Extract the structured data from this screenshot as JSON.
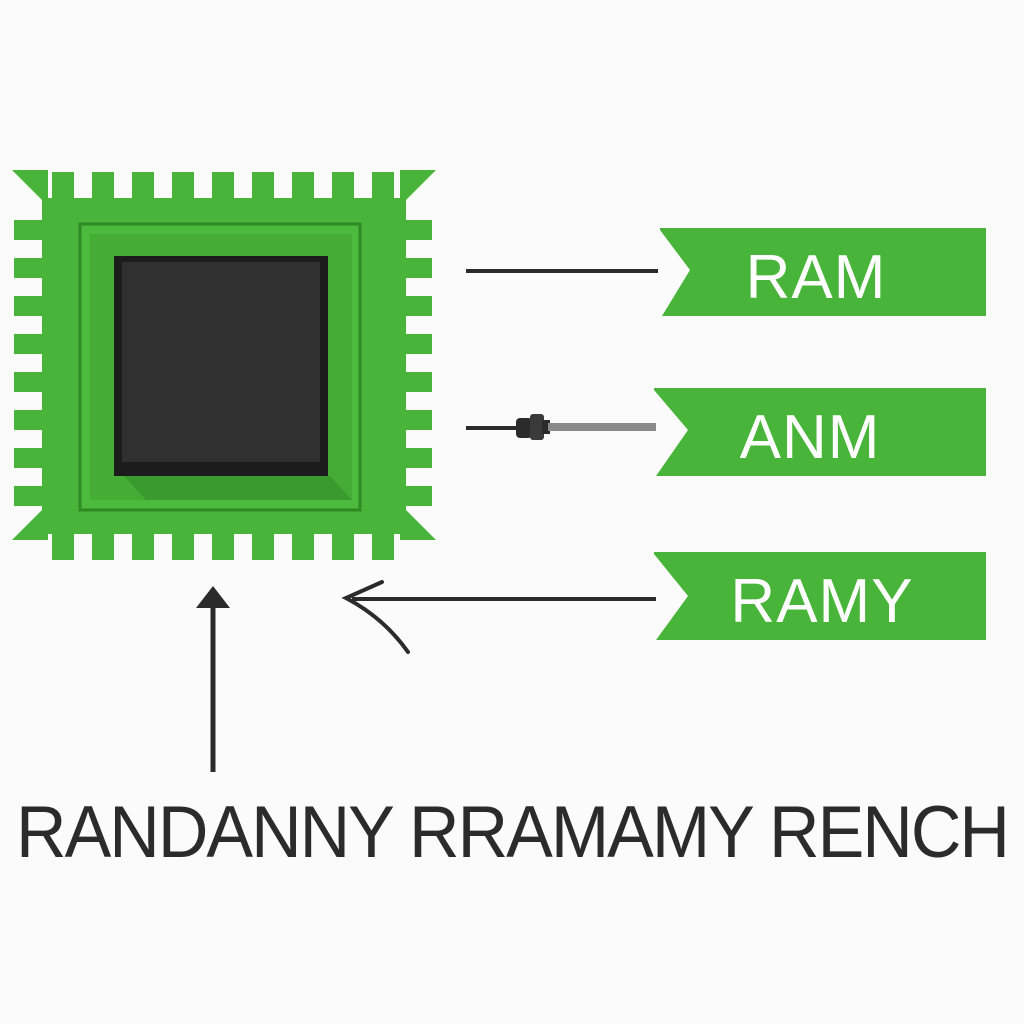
{
  "diagram": {
    "labels": [
      "RAM",
      "ANM",
      "RAMY"
    ],
    "caption": "RANDANNY RRAMAMY RENCH",
    "colors": {
      "chip_green": "#49b43a",
      "chip_green_dark": "#3a9a2e",
      "die": "#2e2e2e",
      "line": "#2b2b2b",
      "background": "#fbfbfb"
    },
    "icons": [
      "cpu-chip-icon"
    ]
  }
}
